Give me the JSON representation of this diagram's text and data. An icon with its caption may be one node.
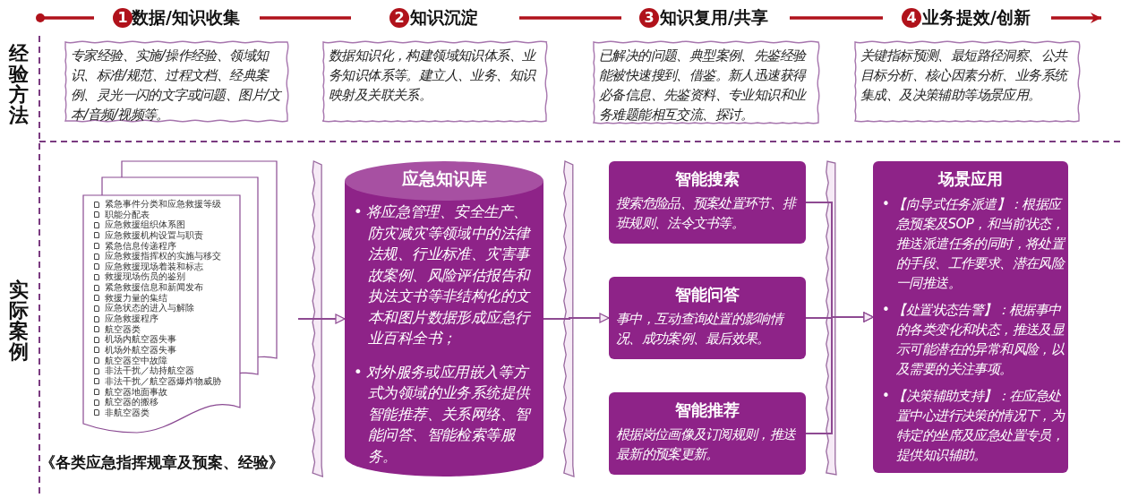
{
  "diagram": {
    "nodes": [
      {
        "text": [
          "1"
        ]
      },
      {
        "text": [
          "2"
        ]
      },
      {
        "text": [
          "3"
        ]
      },
      {
        "text": [
          "4"
        ]
      },
      {
        "text": [
          "专家经验、实施/操作经验、领域知识、标准/规范、过程文档、经典案例、灵光一闪的文字或问题、图片/文本/音频/视频等。"
        ]
      },
      {
        "text": [
          "数据知识化，构建领域知识体系、业务知识体系等。建立人、业务、知识映射及关联关系。"
        ]
      },
      {
        "text": [
          "已解决的问题、典型案例、先鉴经验能被快速搜到、借鉴。新人迅速获得必备信息、先鉴资料、专业知识和业务难题能相互交流、探讨。"
        ]
      },
      {
        "text": [
          "关键指标预测、最短路径洞察、公共目标分析、核心因素分析、业务系统集成、及决策辅助等场景应用。"
        ]
      },
      {
        "text": [
          "紧急事件分类和应急救援等级",
          "职能分配表",
          "应急救援组织体系图",
          "应急救援机构设置与职责",
          "紧急信息传递程序",
          "应急救援指挥权的实施与移交",
          "应急救援现场着装和标志",
          "救援现场伤员的鉴别",
          "紧急救援信息和新闻发布",
          "救援力量的集结",
          "应急状态的进入与解除",
          "应急救援程序",
          "航空器类",
          "机场内航空器失事",
          "机场外航空器失事",
          "航空器空中故障",
          "非法干扰／劫持航空器",
          "非法干扰／航空器爆炸物威胁",
          "航空器地面事故",
          "航空器的搬移",
          "非航空器类"
        ],
        "beside": [
          "《各类应急指挥规章及预案、经验》"
        ]
      },
      {
        "text": [
          "应急知识库",
          "• 将应急管理、安全生产、防灾减灾等领域中的法律法规、行业标准、灾害事故案例、风险评估报告和执法文书等非结构化的文本和图片数据形成应急行业百科全书；",
          "• 对外服务或应用嵌入等方式为领域的业务系统提供智能推荐、关系网络、智能问答、智能检索等服务。"
        ]
      },
      {
        "text": [
          "智能搜索",
          "搜索危险品、预案处置环节、排班规则、法令文书等。"
        ]
      },
      {
        "text": [
          "智能问答",
          "事中，互动查询处置的影响情况、成功案例、最后效果。"
        ]
      },
      {
        "text": [
          "智能推荐",
          "根据岗位画像及订阅规则，推送最新的预案更新。"
        ]
      },
      {
        "text": [
          "场景应用",
          "• 【向导式任务派遣】：根据应急预案及SOP，和当前状态，推送派遣任务的同时，将处置的手段、工作要求、潜在风险一同推送。",
          "• 【处置状态告警】：根据事中的各类变化和状态，推送及显示可能潜在的异常和风险，以及需要的关注事项。",
          "• 【决策辅助支持】：在应急处置中心进行决策的情况下，为特定的坐席及应急处置专员，提供知识辅助。"
        ]
      }
    ],
    "edges": [
      {
        "from": 8,
        "to": 9,
        "arrow": "to"
      },
      {
        "from": 9,
        "to": 11,
        "arrow": "to"
      },
      {
        "from": 10,
        "to": 13,
        "arrow": "to"
      },
      {
        "from": 11,
        "to": 13,
        "arrow": "to"
      },
      {
        "from": 12,
        "to": 13,
        "arrow": "to"
      }
    ],
    "labels": [
      "数据/知识收集",
      "知识沉淀",
      "知识复用/共享",
      "业务提效/创新",
      "经验方法",
      "实际案例"
    ]
  }
}
